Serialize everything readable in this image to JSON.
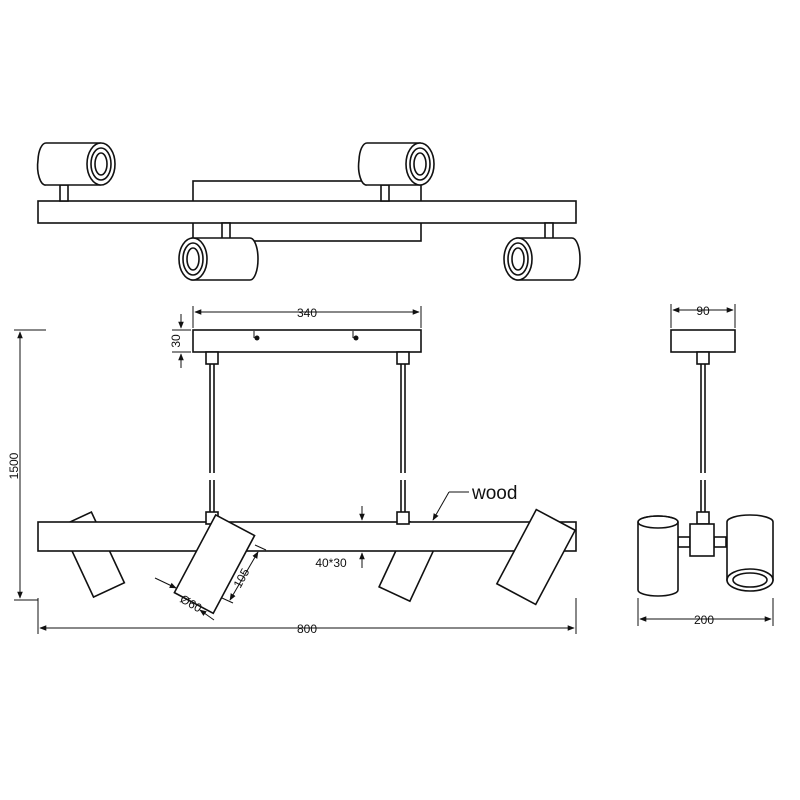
{
  "dimensions": {
    "canopy_width": "340",
    "canopy_height": "30",
    "total_height": "1500",
    "bar_section": "40*30",
    "spot_length": "105",
    "spot_diameter": "Ø60",
    "total_length": "800",
    "side_canopy_width": "90",
    "side_total_width": "200"
  },
  "labels": {
    "material": "wood"
  },
  "colors": {
    "line": "#111111",
    "background": "#ffffff"
  }
}
